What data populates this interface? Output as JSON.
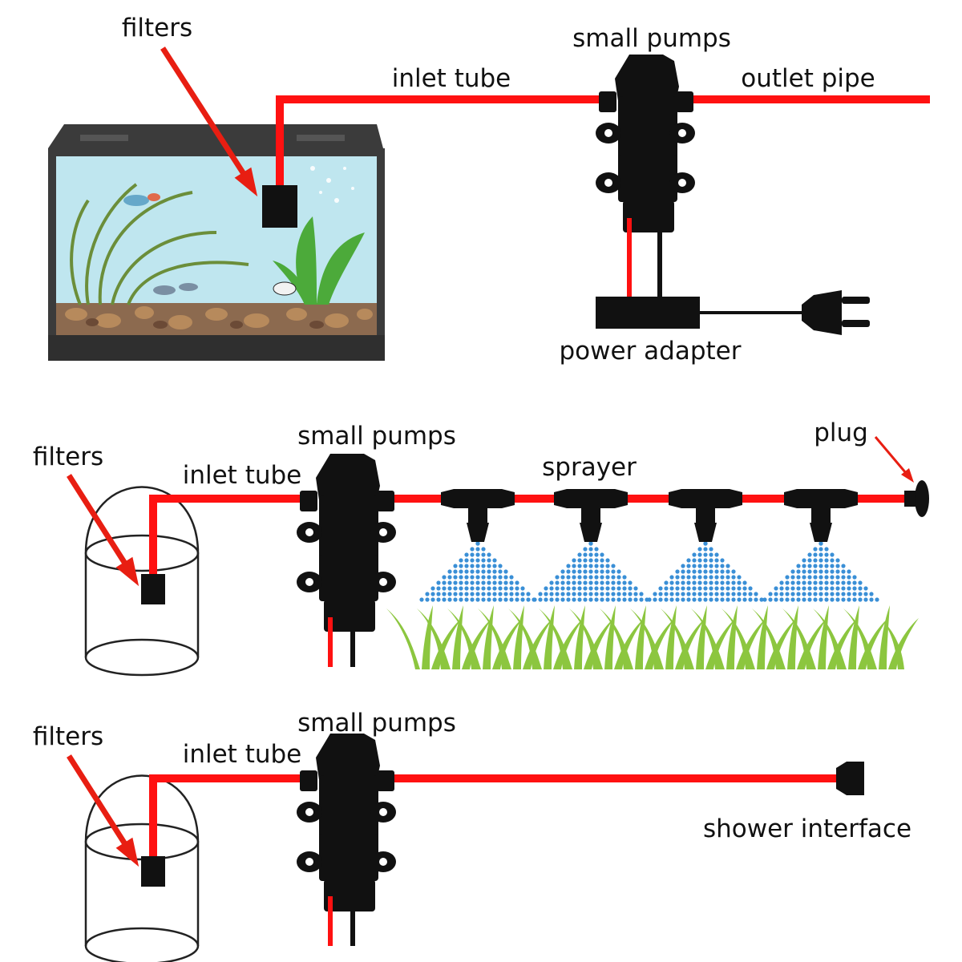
{
  "colors": {
    "tube": "#ff1111",
    "arrow": "#e81e12",
    "pump": "#111111",
    "water_drop": "#3a8fd6",
    "grass": "#8cc63f",
    "aquarium_water": "#bfe6ef",
    "aquarium_frame": "#3b3b3b"
  },
  "panel_1": {
    "filters": "filters",
    "inlet_tube": "inlet tube",
    "small_pumps": "small pumps",
    "outlet_pipe": "outlet pipe",
    "power_adapter": "power adapter"
  },
  "panel_2": {
    "filters": "filters",
    "inlet_tube": "inlet tube",
    "small_pumps": "small pumps",
    "sprayer": "sprayer",
    "plug": "plug"
  },
  "panel_3": {
    "filters": "filters",
    "inlet_tube": "inlet tube",
    "small_pumps": "small pumps",
    "shower_interface": "shower interface"
  },
  "icons": [
    "aquarium-icon",
    "filter-icon",
    "pump-icon",
    "power-adapter-icon",
    "power-plug-icon",
    "bucket-icon",
    "sprayer-nozzle-icon",
    "water-spray-icon",
    "grass-icon",
    "end-plug-icon",
    "shower-connector-icon"
  ]
}
